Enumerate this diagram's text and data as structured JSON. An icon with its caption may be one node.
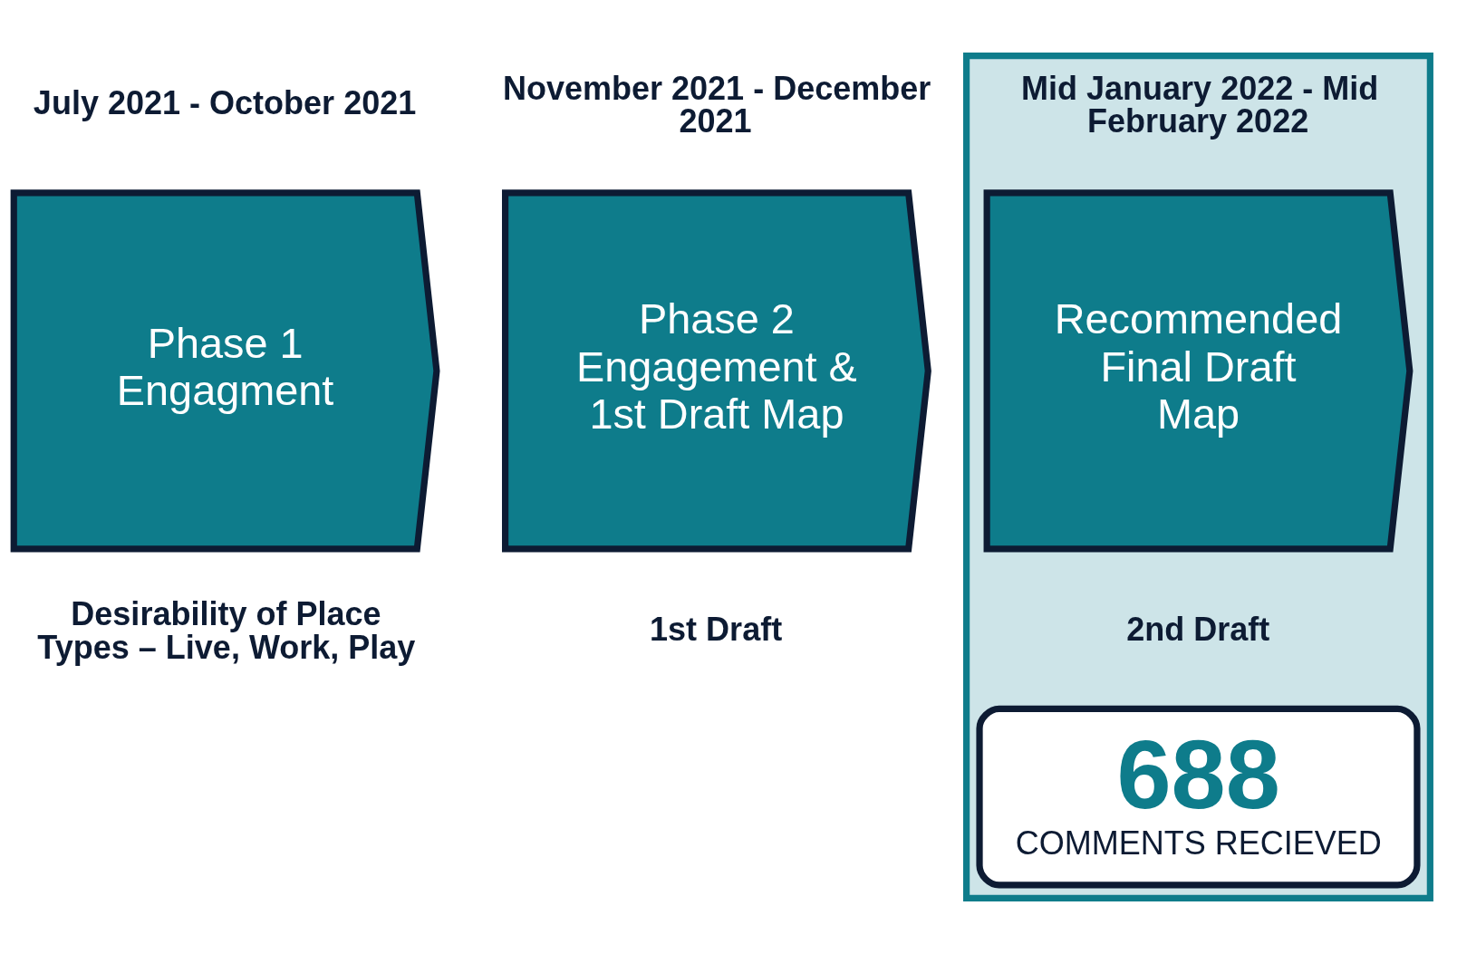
{
  "diagram": {
    "nodes": [
      {
        "text": [
          "Phase 1 Engagment"
        ],
        "beside": [
          "July 2021 - October 2021",
          "Desirability of Place Types – Live, Work, Play"
        ]
      },
      {
        "text": [
          "Phase 2 Engagement & 1st Draft Map"
        ],
        "beside": [
          "November 2021 - December 2021",
          "1st Draft"
        ]
      },
      {
        "text": [],
        "shape": "box"
      },
      {
        "text": [
          "Recommended Final Draft Map"
        ],
        "in": 2,
        "beside": [
          "Mid January 2022 - Mid February 2022",
          "2nd Draft"
        ]
      },
      {
        "text": [
          "688",
          "COMMENTS RECIEVED"
        ],
        "in": 2
      }
    ]
  }
}
